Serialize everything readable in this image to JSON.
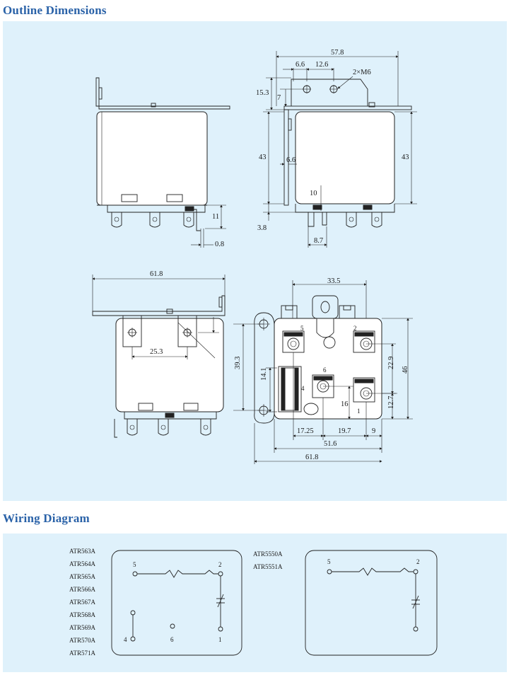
{
  "sections": {
    "outline_title": "Outline Dimensions",
    "wiring_title": "Wiring Diagram"
  },
  "dims": {
    "top_right": {
      "w57_8": "57.8",
      "d6_6a": "6.6",
      "d12_6": "12.6",
      "m6": "2×M6",
      "d15_3": "15.3",
      "d7": "7",
      "d43_left": "43",
      "d6_6b": "6.6",
      "d43_right": "43",
      "d10": "10",
      "d3_8": "3.8",
      "d8_7": "8.7"
    },
    "top_left": {
      "d11": "11",
      "d0_8": "0.8"
    },
    "bottom_left": {
      "d61_8": "61.8",
      "d25_3": "25.3"
    },
    "bottom_right": {
      "d33_5": "33.5",
      "d39_3": "39.3",
      "d22_9": "22.9",
      "d46": "46",
      "d14_1": "14.1",
      "d16": "16",
      "d12_7": "12.7",
      "d17_25": "17.25",
      "d19_7": "19.7",
      "d9": "9",
      "d51_6": "51.6",
      "d61_8": "61.8"
    },
    "terminals": {
      "t5": "5",
      "t2": "2",
      "t6": "6",
      "t4": "4",
      "t1": "1"
    }
  },
  "wiring": {
    "group1_models": [
      "ATR563A",
      "ATR564A",
      "ATR565A",
      "ATR566A",
      "ATR567A",
      "ATR568A",
      "ATR569A",
      "ATR570A",
      "ATR571A"
    ],
    "group2_models": [
      "ATR5550A",
      "ATR5551A"
    ],
    "diagram1_terminals": {
      "t5": "5",
      "t2": "2",
      "t4": "4",
      "t6": "6",
      "t1": "1"
    },
    "diagram2_terminals": {
      "t5": "5",
      "t2": "2"
    }
  }
}
